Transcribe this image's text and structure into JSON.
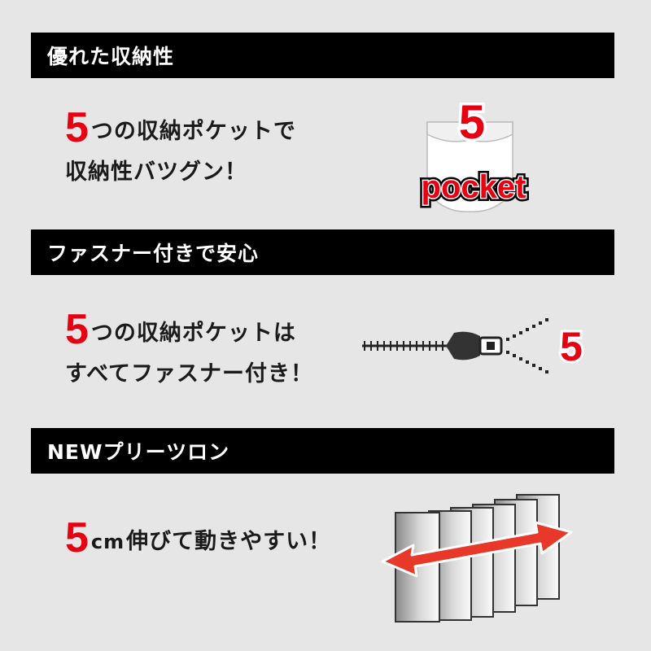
{
  "section1": {
    "header": "優れた収納性",
    "number": "5",
    "line1_rest": "つの収納ポケットで",
    "line2": "収納性バツグン！",
    "illustration": {
      "number": "5",
      "word": "pocket"
    }
  },
  "section2": {
    "header": "ファスナー付きで安心",
    "number": "5",
    "line1_rest": "つの収納ポケットは",
    "line2": "すべてファスナー付き！",
    "illustration": {
      "number": "5"
    }
  },
  "section3": {
    "header": "NEWプリーツロン",
    "number": "5",
    "unit": "cm",
    "line1_rest": "伸びて動きやすい！"
  },
  "colors": {
    "accent": "#e60012",
    "bar": "#000000",
    "background": "#e6e6e6"
  },
  "icons": [
    "pocket-icon",
    "zipper-icon",
    "pleat-stretch-icon",
    "double-arrow-icon"
  ]
}
